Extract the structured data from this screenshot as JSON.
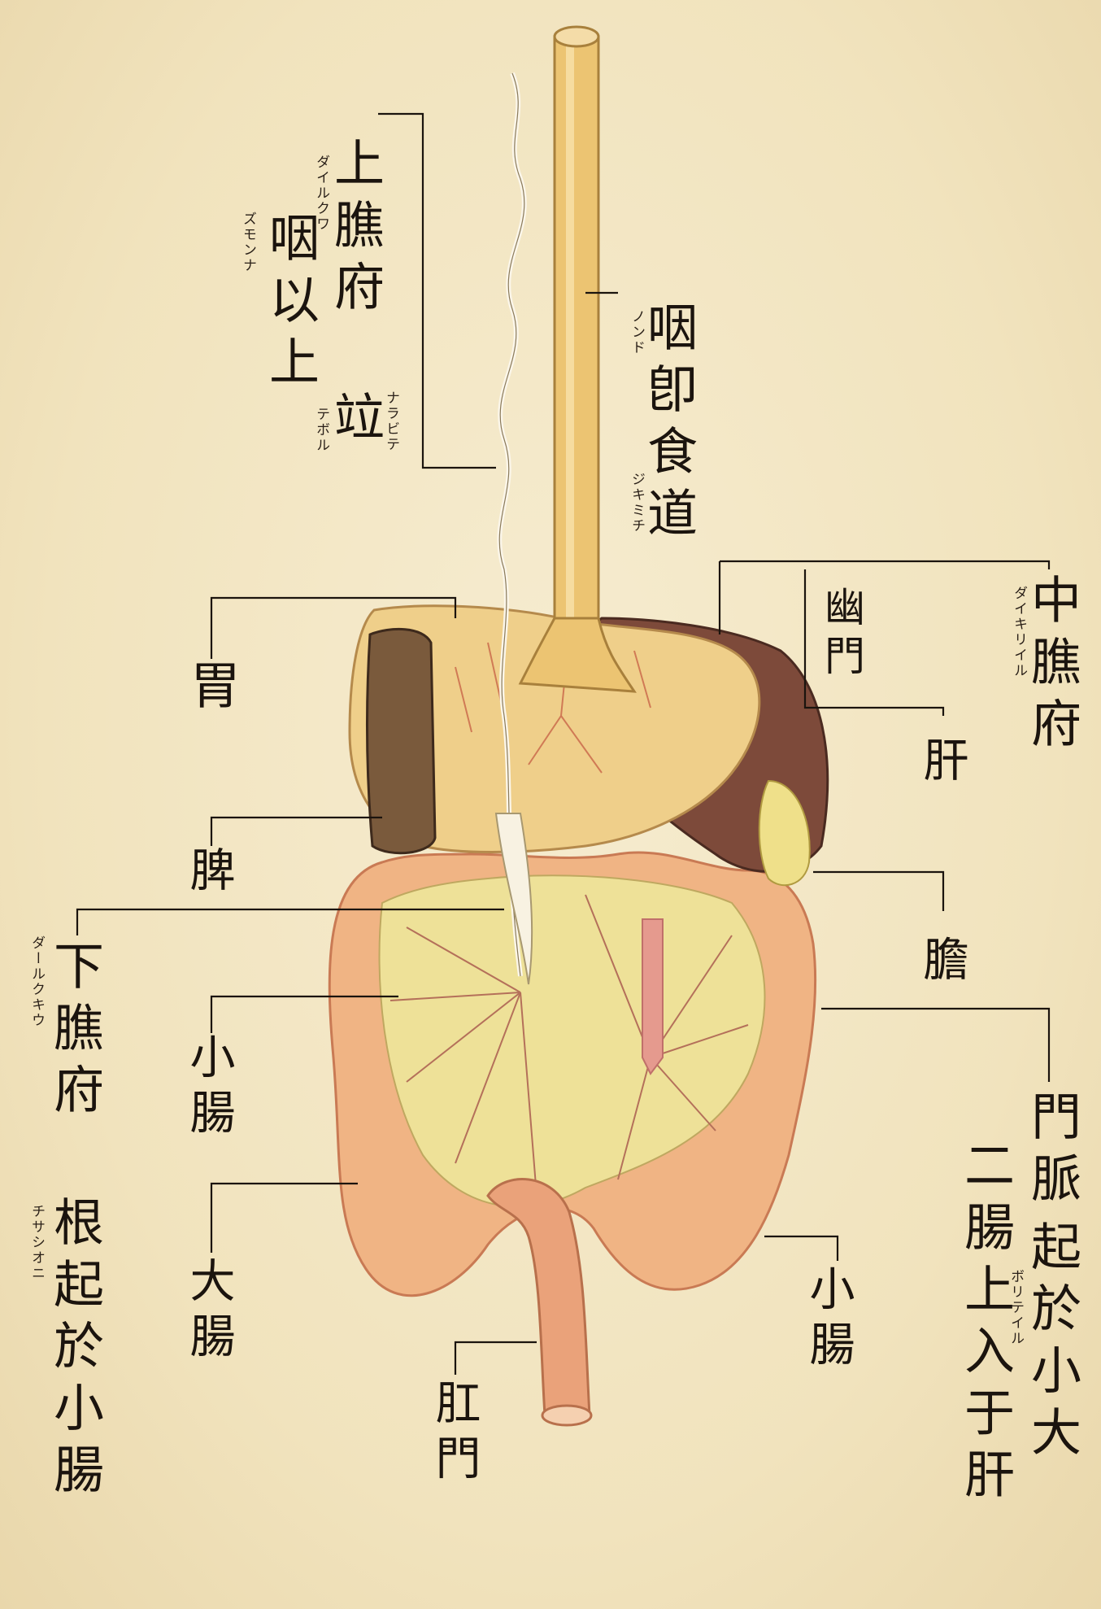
{
  "labels": {
    "upper_col1": "上膲府",
    "upper_col2": "咽以上",
    "upper_col3": "竝",
    "upper_kana_a": "ダイルクワ",
    "upper_kana_b": "ズモンナ",
    "upper_kana_c": "テボル",
    "upper_kana_d": "ナラビテ",
    "esophagus": "咽卽食道",
    "esophagus_kana_a": "ノンド",
    "esophagus_kana_b": "ジキミチ",
    "stomach": "胃",
    "pylorus": "幽門",
    "middle_jiao": "中膲府",
    "middle_kana": "ダイキリイル",
    "liver": "肝",
    "spleen": "脾",
    "gallbladder": "膽",
    "lower_jiao_col1": "下膲府",
    "lower_jiao_col2": "根起於小腸",
    "lower_kana_a": "ダールクキウ",
    "lower_kana_b": "チサシオニ",
    "small_intestine_left": "小腸",
    "large_intestine": "大腸",
    "anus": "肛門",
    "small_intestine_right": "小腸",
    "portal_col1": "門脈",
    "portal_col2": "起於小大",
    "portal_col3": "二腸上入于肝",
    "portal_kana": "ボリテイル"
  },
  "colors": {
    "paper": "#f1e3bd",
    "esophagus": "#ecc472",
    "stomach": "#efcf8a",
    "liver": "#7d4a3a",
    "spleen_dark": "#7a5a3c",
    "intestine": "#f0b484",
    "mesentery": "#eee198",
    "portal_vein": "#e59a8e",
    "ink": "#1b140e"
  }
}
